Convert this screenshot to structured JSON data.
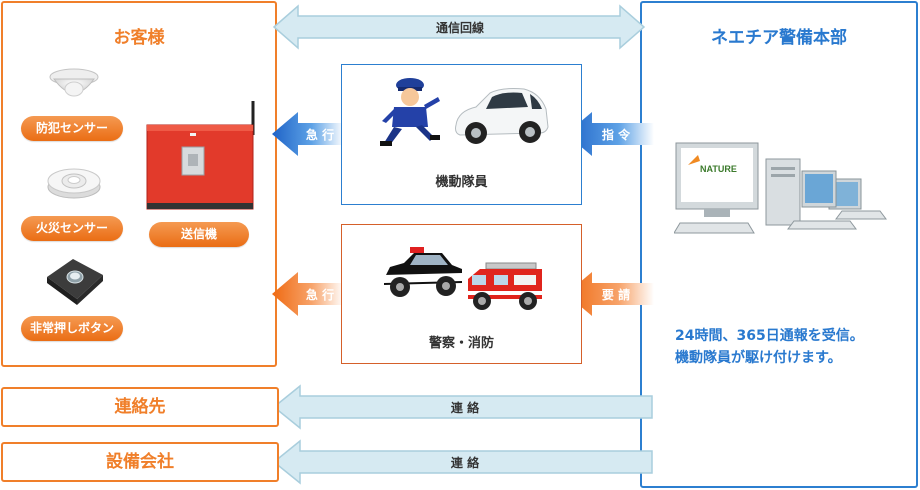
{
  "customer": {
    "title": "お客様",
    "devices": {
      "security_sensor": "防犯センサー",
      "fire_sensor": "火災センサー",
      "emergency_button": "非常押しボタン",
      "transmitter": "送信機"
    }
  },
  "hq": {
    "title": "ネエチア警備本部",
    "logo_text": "NATURE",
    "note_line1": "24時間、365日通報を受信。",
    "note_line2": "機動隊員が駆け付けます。"
  },
  "links": {
    "communication_line": "通信回線",
    "dispatch_rush": "急 行",
    "command": "指 令",
    "police_rush": "急 行",
    "request": "要 請",
    "contact_1": "連 絡",
    "contact_2": "連 絡"
  },
  "responders": {
    "mobile_unit": "機動隊員",
    "police_fire": "警察・消防"
  },
  "contacts": {
    "contact_destination": "連絡先",
    "facility_company": "設備会社"
  },
  "colors": {
    "customer_orange": "#f07f2a",
    "hq_blue": "#2c7fd0",
    "light_arrow": "#d6eaf2",
    "light_arrow_border": "#a9cedd"
  }
}
